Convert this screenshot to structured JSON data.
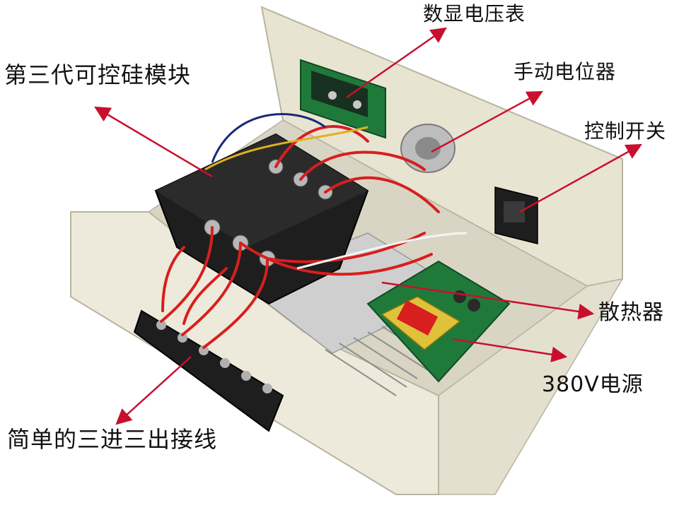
{
  "labels": {
    "display": "数显电压表",
    "scr_module": "第三代可控硅模块",
    "potentiometer": "手动电位器",
    "switch": "控制开关",
    "heatsink": "散热器",
    "power": "380V电源",
    "terminal": "简单的三进三出接线"
  },
  "colors": {
    "arrow": "#c8102e",
    "housing": "#ece8d8",
    "scr_body": "#1e1e1e",
    "pcb": "#1f7a3a",
    "transformer_coil": "#e0c23a",
    "wire_red": "#d81e1e",
    "heatsink": "#c9c9c9"
  }
}
